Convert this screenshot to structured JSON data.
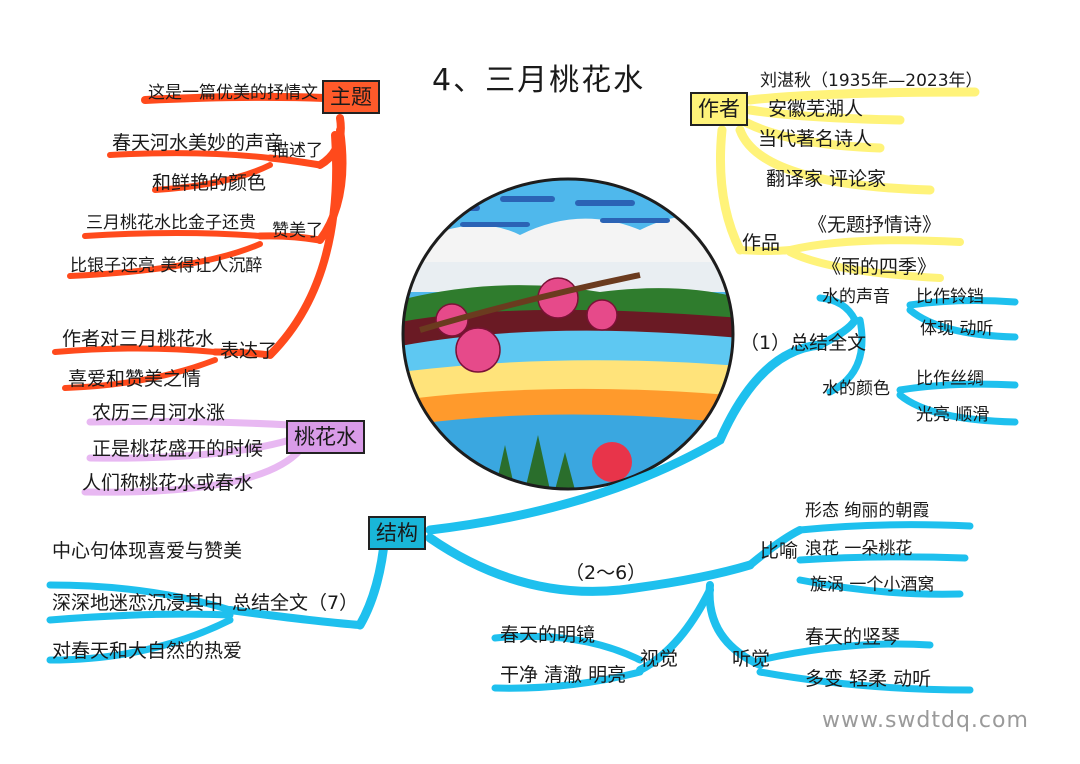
{
  "title": "4、三月桃花水",
  "watermark": "www.swdtdq.com",
  "colors": {
    "theme_branch": "#ff4a1c",
    "author_branch": "#fff37a",
    "structure_branch": "#1ec0ee",
    "peach_branch": "#e8b8f2",
    "theme_tag": "#ff5a2a",
    "author_tag": "#fff37a",
    "structure_tag": "#19b6d8",
    "peach_tag": "#d99be8"
  },
  "theme": {
    "tag": "主题",
    "line1": "这是一篇优美的抒情文",
    "describe": {
      "label": "描述了",
      "items": [
        "春天河水美妙的声音",
        "和鲜艳的颜色"
      ]
    },
    "praise": {
      "label": "赞美了",
      "items": [
        "三月桃花水比金子还贵",
        "比银子还亮 美得让人沉醉"
      ]
    },
    "express": {
      "label": "表达了",
      "items": [
        "作者对三月桃花水",
        "喜爱和赞美之情"
      ]
    }
  },
  "author": {
    "tag": "作者",
    "lines": [
      "刘湛秋（1935年—2023年）",
      "安徽芜湖人",
      "当代著名诗人",
      "翻译家 评论家"
    ],
    "works": {
      "label": "作品",
      "items": [
        "《无题抒情诗》",
        "《雨的四季》"
      ]
    }
  },
  "peach_water": {
    "tag": "桃花水",
    "lines": [
      "农历三月河水涨",
      "正是桃花盛开的时候",
      "人们称桃花水或春水"
    ]
  },
  "structure": {
    "tag": "结构",
    "summary_1": {
      "label": "（1）总结全文",
      "sound": {
        "label": "水的声音",
        "items": [
          "比作铃铛",
          "体现 动听"
        ]
      },
      "color": {
        "label": "水的颜色",
        "items": [
          "比作丝绸",
          "光亮 顺滑"
        ]
      }
    },
    "middle": {
      "label": "（2～6）",
      "metaphor": {
        "label": "比喻",
        "items": [
          "形态 绚丽的朝霞",
          "浪花 一朵桃花",
          "旋涡 一个小酒窝"
        ]
      },
      "hearing": {
        "label": "听觉",
        "items": [
          "春天的竖琴",
          "多变 轻柔 动听"
        ]
      },
      "sight": {
        "label": "视觉",
        "items": [
          "春天的明镜",
          "干净 清澈 明亮"
        ]
      }
    },
    "summary_7": {
      "label": "总结全文（7）",
      "items": [
        "中心句体现喜爱与赞美",
        "深深地迷恋沉浸其中",
        "对春天和大自然的热爱"
      ]
    }
  }
}
